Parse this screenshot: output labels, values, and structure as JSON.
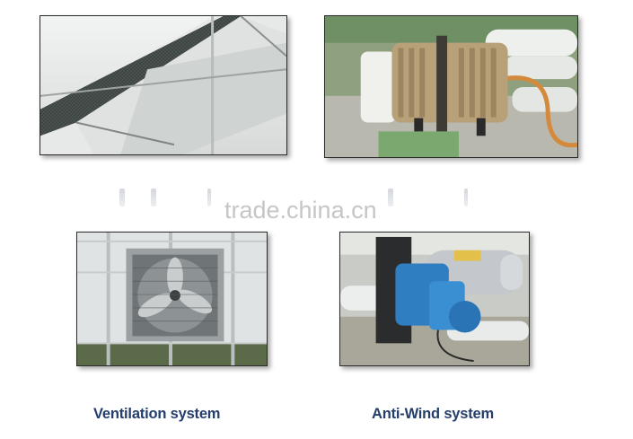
{
  "watermark": "trade.china.cn",
  "captions": {
    "ventilation": "Ventilation system",
    "anti_wind": "Anti-Wind system"
  },
  "images": [
    {
      "id": "shading",
      "subject": "greenhouse shading net"
    },
    {
      "id": "pump",
      "subject": "air pump compressor"
    },
    {
      "id": "ventilation",
      "subject": "exhaust fan"
    },
    {
      "id": "anti_wind",
      "subject": "blue motor on pipe"
    }
  ]
}
